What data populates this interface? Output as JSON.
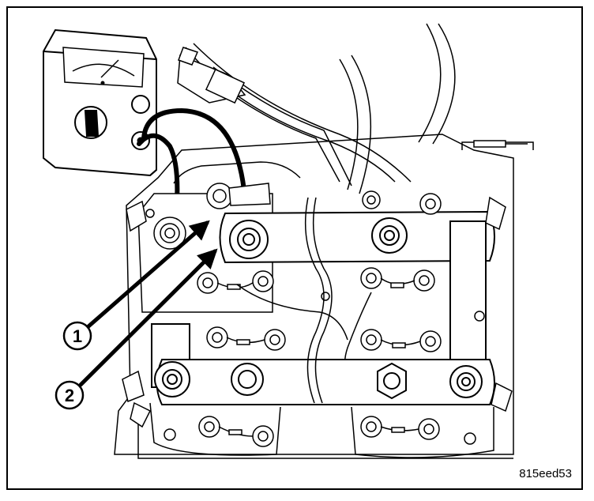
{
  "figure": {
    "id_label": "815eed53",
    "callouts": [
      {
        "number": "1"
      },
      {
        "number": "2"
      }
    ]
  },
  "colors": {
    "line": "#000000",
    "paper": "#ffffff",
    "shade": "#d9d9d9"
  }
}
